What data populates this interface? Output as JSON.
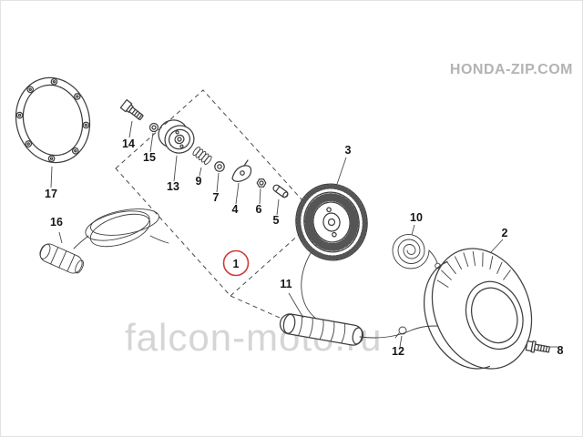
{
  "site": {
    "logo": "HONDA-ZIP.COM"
  },
  "watermark": {
    "text": "falcon-moto.ru"
  },
  "colors": {
    "accent": "#cf3b35",
    "logo": "#b3b3b3",
    "watermark": "#d5d5d5"
  },
  "diagram": {
    "type": "exploded-parts-diagram",
    "callouts": [
      {
        "label": "1"
      },
      {
        "label": "2"
      },
      {
        "label": "3"
      },
      {
        "label": "4"
      },
      {
        "label": "5"
      },
      {
        "label": "6"
      },
      {
        "label": "7"
      },
      {
        "label": "8"
      },
      {
        "label": "9"
      },
      {
        "label": "10"
      },
      {
        "label": "11"
      },
      {
        "label": "12"
      },
      {
        "label": "13"
      },
      {
        "label": "14"
      },
      {
        "label": "15"
      },
      {
        "label": "16"
      },
      {
        "label": "17"
      }
    ]
  }
}
